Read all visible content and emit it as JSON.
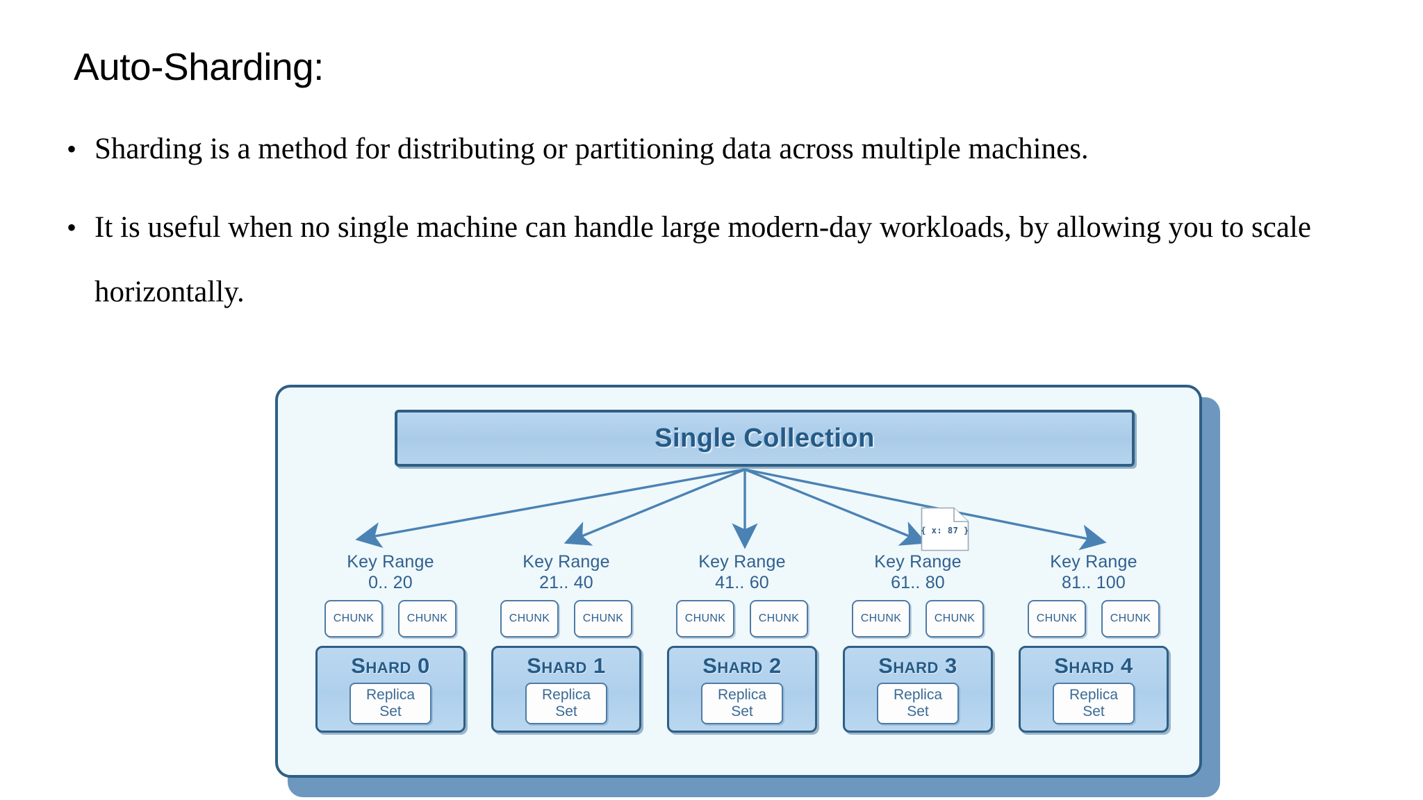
{
  "slide": {
    "title": "Auto-Sharding:",
    "bullet_marker": "•",
    "bullets": [
      "Sharding is a method for distributing or partitioning data across multiple machines.",
      "It is useful when no single machine can handle large modern-day workloads, by allowing you to scale horizontally."
    ]
  },
  "diagram": {
    "collection_label": "Single Collection",
    "document_icon_text": "{ x: 87 }",
    "chunk_label": "CHUNK",
    "replica_line1": "Replica",
    "replica_line2": "Set",
    "key_range_label": "Key Range",
    "columns": [
      {
        "key_range": "Key Range",
        "range": "0.. 20",
        "shard": "Shard 0",
        "chunks": [
          "CHUNK",
          "CHUNK"
        ],
        "replica1": "Replica",
        "replica2": "Set"
      },
      {
        "key_range": "Key Range",
        "range": "21.. 40",
        "shard": "Shard 1",
        "chunks": [
          "CHUNK",
          "CHUNK"
        ],
        "replica1": "Replica",
        "replica2": "Set"
      },
      {
        "key_range": "Key Range",
        "range": "41.. 60",
        "shard": "Shard 2",
        "chunks": [
          "CHUNK",
          "CHUNK"
        ],
        "replica1": "Replica",
        "replica2": "Set"
      },
      {
        "key_range": "Key Range",
        "range": "61.. 80",
        "shard": "Shard 3",
        "chunks": [
          "CHUNK",
          "CHUNK"
        ],
        "replica1": "Replica",
        "replica2": "Set"
      },
      {
        "key_range": "Key Range",
        "range": "81.. 100",
        "shard": "Shard 4",
        "chunks": [
          "CHUNK",
          "CHUNK"
        ],
        "replica1": "Replica",
        "replica2": "Set"
      }
    ]
  },
  "colors": {
    "panel_border": "#2e5f85",
    "panel_fill": "#eff8fb",
    "panel_shadow": "#6d97bf",
    "box_fill": "#b3d1ec",
    "accent_text": "#245a86",
    "label_text": "#2f6090",
    "arrow": "#4a82b4",
    "body_text": "#000000"
  }
}
